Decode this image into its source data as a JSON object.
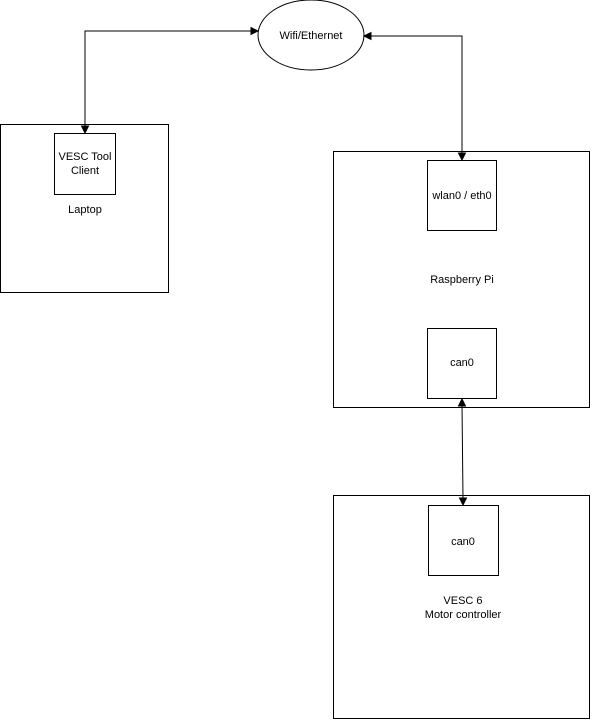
{
  "network": {
    "label": "Wifi/Ethernet"
  },
  "laptop": {
    "label": "Laptop",
    "client": {
      "line1": "VESC Tool",
      "line2": "Client"
    }
  },
  "raspberry_pi": {
    "label": "Raspberry Pi",
    "wlan": {
      "label": "wlan0 / eth0"
    },
    "can": {
      "label": "can0"
    }
  },
  "vesc": {
    "line1": "VESC 6",
    "line2": "Motor controller",
    "can": {
      "label": "can0"
    }
  }
}
